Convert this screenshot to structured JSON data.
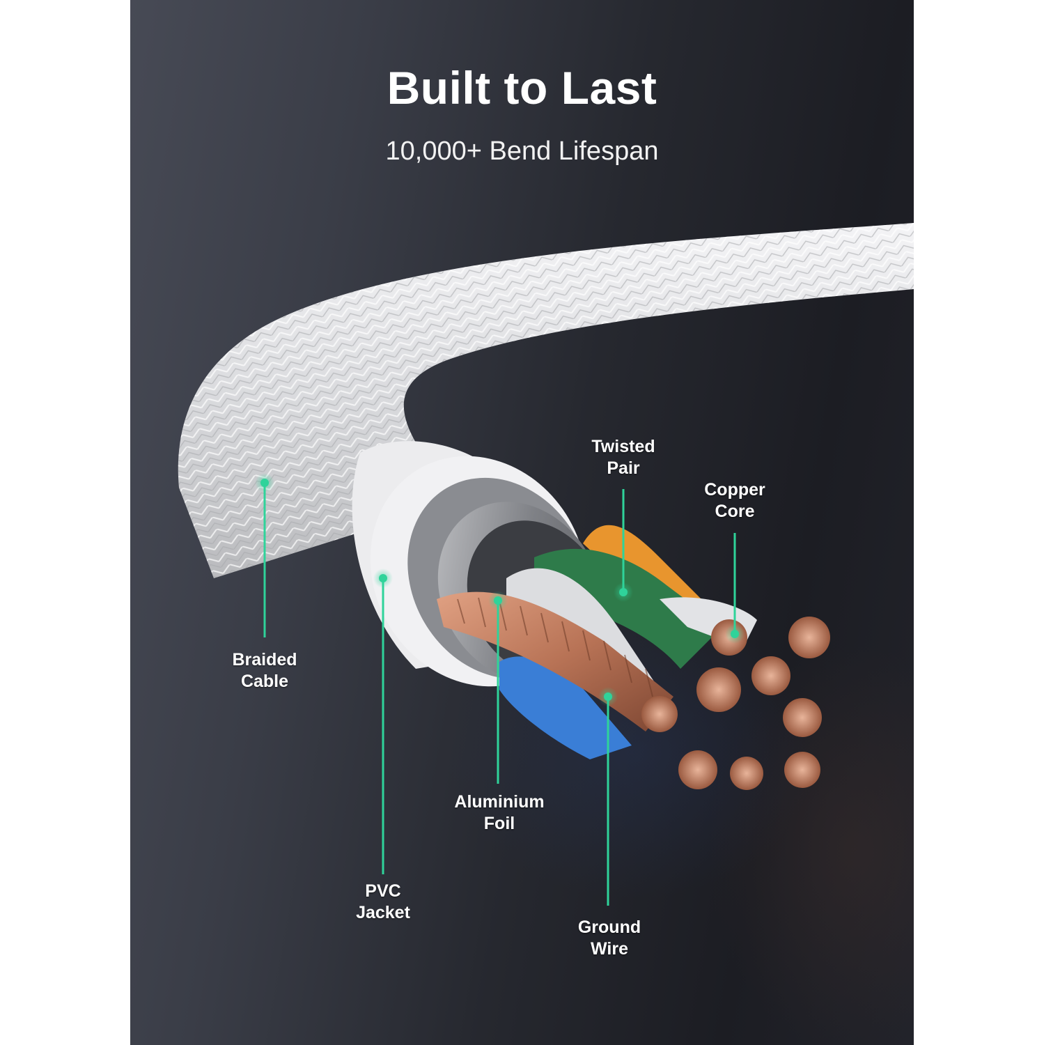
{
  "header": {
    "title": "Built to Last",
    "subtitle": "10,000+ Bend Lifespan"
  },
  "colors": {
    "accent_green": "#2fd39a",
    "background_dark": "#23252c",
    "copper": "#b87356",
    "wire_green": "#2e7b4a",
    "wire_orange": "#e8952e",
    "wire_blue": "#3a7ed6",
    "jacket_white": "#e9e9eb"
  },
  "callouts": [
    {
      "id": "braided-cable",
      "line1": "Braided",
      "line2": "Cable"
    },
    {
      "id": "pvc-jacket",
      "line1": "PVC",
      "line2": "Jacket"
    },
    {
      "id": "aluminium-foil",
      "line1": "Aluminium",
      "line2": "Foil"
    },
    {
      "id": "twisted-pair",
      "line1": "Twisted",
      "line2": "Pair"
    },
    {
      "id": "copper-core",
      "line1": "Copper",
      "line2": "Core"
    },
    {
      "id": "ground-wire",
      "line1": "Ground",
      "line2": "Wire"
    }
  ]
}
